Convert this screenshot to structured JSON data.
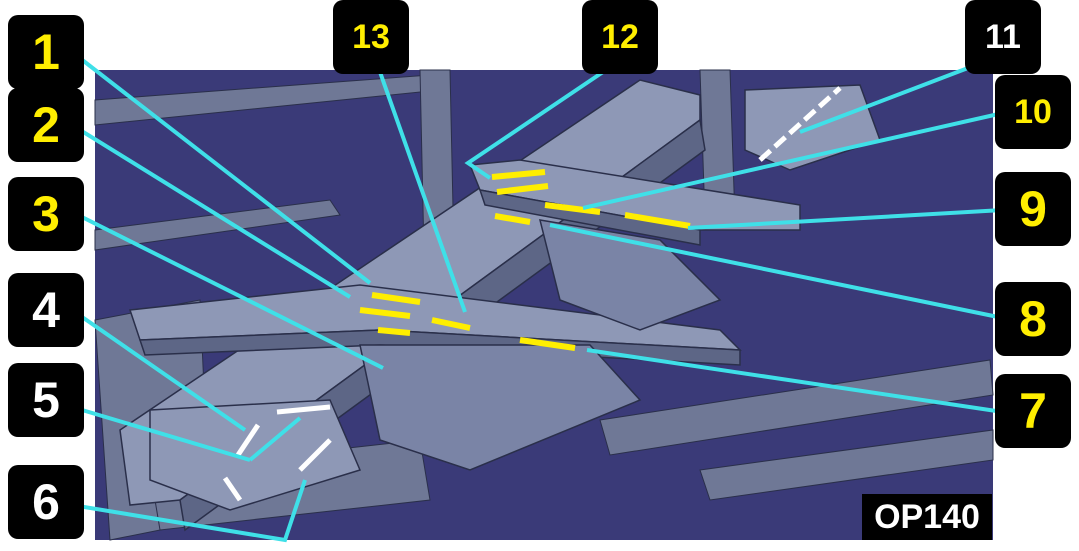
{
  "colors": {
    "background": "#ffffff",
    "scene_bg": "#3a3a78",
    "steel": "#8e98b6",
    "steel_dark": "#5d6686",
    "steel_edge": "#2a2f4a",
    "leader": "#3fe0e8",
    "weld_yellow": "#ffee00",
    "weld_white": "#ffffff",
    "callout_bg": "#000000",
    "callout_yellow_text": "#ffee00",
    "callout_white_text": "#ffffff"
  },
  "operation_label": "OP140",
  "callouts": [
    {
      "id": "1",
      "text": "1",
      "color": "#ffee00"
    },
    {
      "id": "2",
      "text": "2",
      "color": "#ffee00"
    },
    {
      "id": "3",
      "text": "3",
      "color": "#ffee00"
    },
    {
      "id": "4",
      "text": "4",
      "color": "#ffffff"
    },
    {
      "id": "5",
      "text": "5",
      "color": "#ffffff"
    },
    {
      "id": "6",
      "text": "6",
      "color": "#ffffff"
    },
    {
      "id": "7",
      "text": "7",
      "color": "#ffee00"
    },
    {
      "id": "8",
      "text": "8",
      "color": "#ffee00"
    },
    {
      "id": "9",
      "text": "9",
      "color": "#ffee00"
    },
    {
      "id": "10",
      "text": "10",
      "color": "#ffee00"
    },
    {
      "id": "11",
      "text": "11",
      "color": "#ffffff"
    },
    {
      "id": "12",
      "text": "12",
      "color": "#ffee00"
    },
    {
      "id": "13",
      "text": "13",
      "color": "#ffee00"
    }
  ]
}
